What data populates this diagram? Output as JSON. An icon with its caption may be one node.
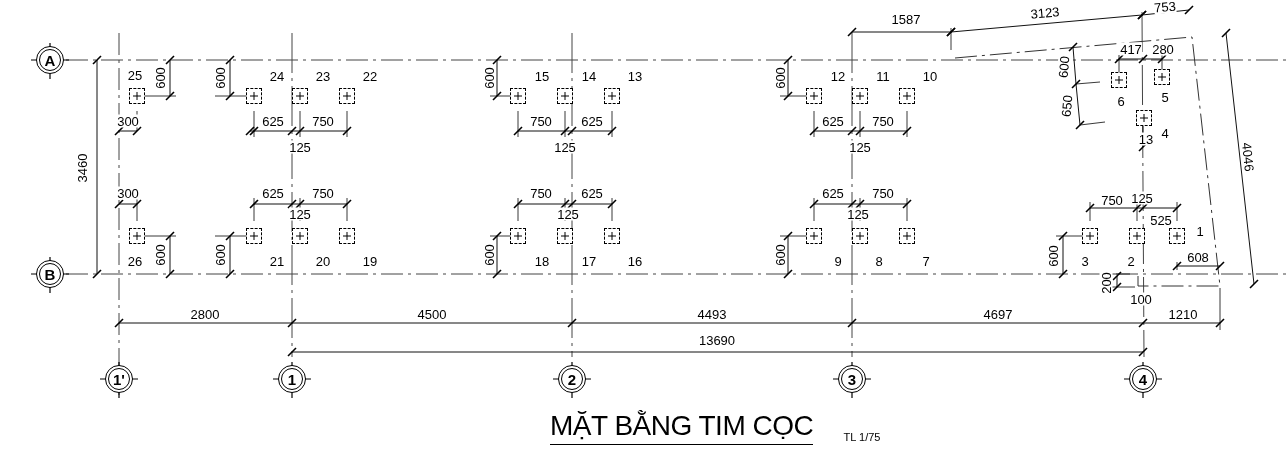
{
  "diagram": {
    "title": "MẶT BẰNG TIM CỌC",
    "nodes": [
      {
        "text": [
          "A"
        ]
      },
      {
        "text": [
          "B"
        ]
      },
      {
        "text": [
          "1'"
        ]
      },
      {
        "text": [
          "1"
        ]
      },
      {
        "text": [
          "2"
        ]
      },
      {
        "text": [
          "3"
        ]
      },
      {
        "text": [
          "4"
        ]
      },
      {
        "text": [],
        "shape": "box",
        "beside": [
          "1"
        ]
      },
      {
        "text": [],
        "shape": "box",
        "beside": [
          "2"
        ]
      },
      {
        "text": [],
        "shape": "box",
        "beside": [
          "3"
        ]
      },
      {
        "text": [],
        "shape": "box",
        "beside": [
          "4"
        ]
      },
      {
        "text": [],
        "shape": "box",
        "beside": [
          "5"
        ]
      },
      {
        "text": [],
        "shape": "box",
        "beside": [
          "6"
        ]
      },
      {
        "text": [],
        "shape": "box",
        "beside": [
          "7"
        ]
      },
      {
        "text": [],
        "shape": "box",
        "beside": [
          "8"
        ]
      },
      {
        "text": [],
        "shape": "box",
        "beside": [
          "9"
        ]
      },
      {
        "text": [],
        "shape": "box",
        "beside": [
          "10"
        ]
      },
      {
        "text": [],
        "shape": "box",
        "beside": [
          "11"
        ]
      },
      {
        "text": [],
        "shape": "box",
        "beside": [
          "12"
        ]
      },
      {
        "text": [],
        "shape": "box",
        "beside": [
          "13"
        ]
      },
      {
        "text": [],
        "shape": "box",
        "beside": [
          "14"
        ]
      },
      {
        "text": [],
        "shape": "box",
        "beside": [
          "15"
        ]
      },
      {
        "text": [],
        "shape": "box",
        "beside": [
          "16"
        ]
      },
      {
        "text": [],
        "shape": "box",
        "beside": [
          "17"
        ]
      },
      {
        "text": [],
        "shape": "box",
        "beside": [
          "18"
        ]
      },
      {
        "text": [],
        "shape": "box",
        "beside": [
          "19"
        ]
      },
      {
        "text": [],
        "shape": "box",
        "beside": [
          "20"
        ]
      },
      {
        "text": [],
        "shape": "box",
        "beside": [
          "21"
        ]
      },
      {
        "text": [],
        "shape": "box",
        "beside": [
          "22"
        ]
      },
      {
        "text": [],
        "shape": "box",
        "beside": [
          "23"
        ]
      },
      {
        "text": [],
        "shape": "box",
        "beside": [
          "24"
        ]
      },
      {
        "text": [],
        "shape": "box",
        "beside": [
          "25"
        ]
      },
      {
        "text": [],
        "shape": "box",
        "beside": [
          "26"
        ]
      }
    ],
    "labels": [
      "1587",
      "3123",
      "753",
      "417",
      "280",
      "600",
      "600",
      "600",
      "600",
      "600",
      "650",
      "4046",
      "300",
      "625",
      "750",
      "750",
      "625",
      "625",
      "750",
      "13",
      "125",
      "125",
      "125",
      "3460",
      "300",
      "625",
      "750",
      "750",
      "625",
      "625",
      "750",
      "750",
      "125",
      "125",
      "125",
      "125",
      "525",
      "600",
      "600",
      "600",
      "600",
      "600",
      "608",
      "200",
      "100",
      "2800",
      "4500",
      "4493",
      "4697",
      "1210",
      "13690",
      "TL 1/75"
    ]
  }
}
